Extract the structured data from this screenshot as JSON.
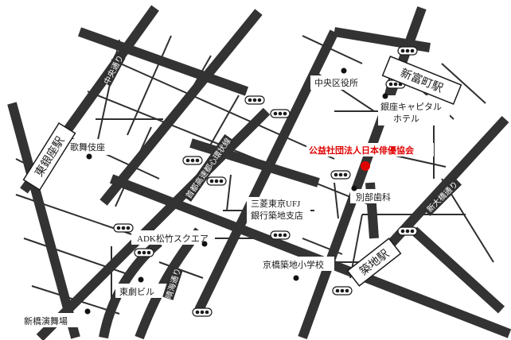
{
  "map": {
    "stations": {
      "higashi_ginza": "東銀座駅",
      "shintomicho": "新富町駅",
      "tsukiji": "築地駅"
    },
    "roads": {
      "chuo_dori": "中央通り",
      "shuto_expressway": "首都高速都心環状線",
      "harumi_dori": "晴海通り",
      "shin_ohashi_dori": "新大橋通り"
    },
    "landmarks": {
      "kabukiza": "歌舞伎座",
      "chuo_ward_office": "中央区役所",
      "ginza_capital_hotel": "銀座キャピタル\nホテル",
      "kyobashi_school": "京橋築地小学校",
      "mufj_bank": "三菱東京UFJ\n銀行築地支店",
      "betsubu_dental": "別部歯科",
      "adk_shochiku": "ADK松竹スクエア",
      "togeki_building": "東劇ビル",
      "shinbashi_enbujo": "新橋演舞場"
    },
    "destination": "公益社団法人日本俳優協会",
    "colors": {
      "destination": "#e00000",
      "roads": "#333333",
      "background": "#ffffff"
    }
  }
}
